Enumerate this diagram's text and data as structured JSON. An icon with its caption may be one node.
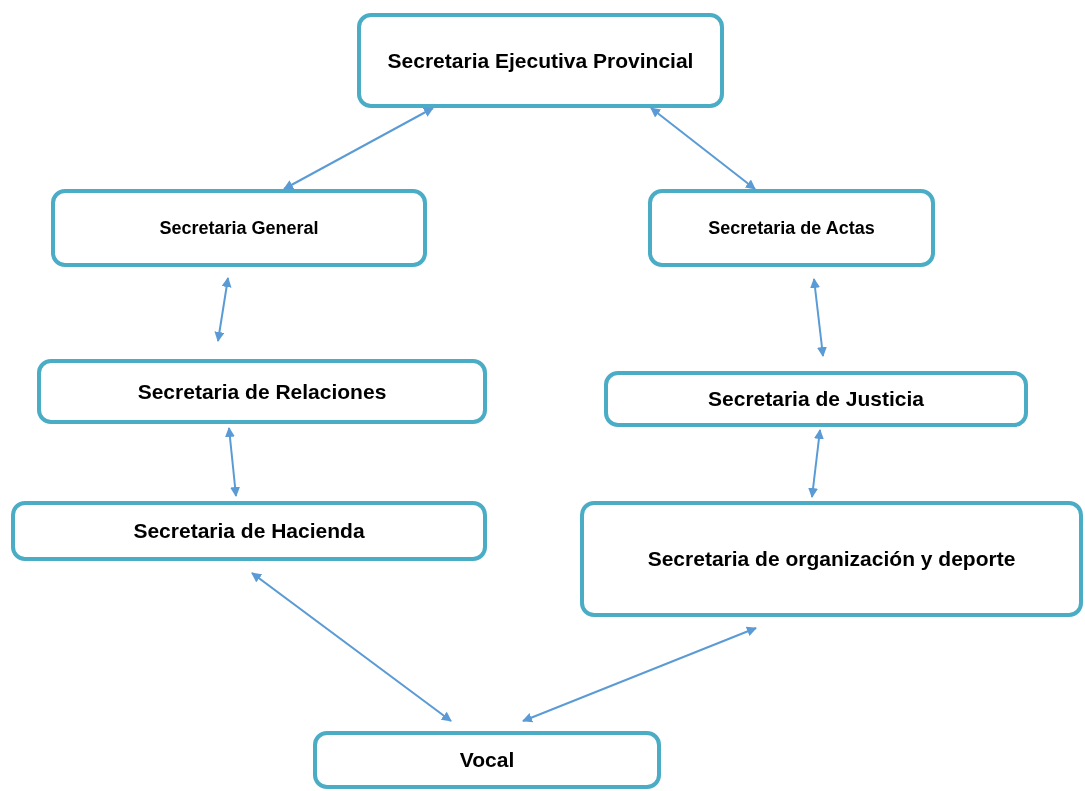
{
  "diagram": {
    "nodes": [
      {
        "text": [
          "Secretaria Ejecutiva Provincial"
        ]
      },
      {
        "text": [
          "Secretaria General"
        ]
      },
      {
        "text": [
          "Secretaria de Actas"
        ]
      },
      {
        "text": [
          "Secretaria de Relaciones"
        ]
      },
      {
        "text": [
          "Secretaria de Justicia"
        ]
      },
      {
        "text": [
          "Secretaria de Hacienda"
        ]
      },
      {
        "text": [
          "Secretaria de organización y deporte"
        ]
      },
      {
        "text": [
          "Vocal"
        ]
      }
    ],
    "edges": [
      {
        "from": 0,
        "to": 1,
        "arrow": "both"
      },
      {
        "from": 0,
        "to": 2,
        "arrow": "both"
      },
      {
        "from": 1,
        "to": 3,
        "arrow": "both"
      },
      {
        "from": 3,
        "to": 5,
        "arrow": "both"
      },
      {
        "from": 2,
        "to": 4,
        "arrow": "both"
      },
      {
        "from": 4,
        "to": 6,
        "arrow": "both"
      },
      {
        "from": 5,
        "to": 7,
        "arrow": "both"
      },
      {
        "from": 6,
        "to": 7,
        "arrow": "both"
      }
    ]
  }
}
